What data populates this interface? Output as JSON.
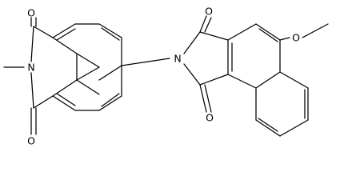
{
  "molecule": {
    "atom_labels": {
      "o1": "O",
      "n1": "N",
      "o2": "O",
      "n2": "N",
      "o3": "O",
      "o4": "O",
      "o5": "O"
    },
    "colors": {
      "bond": "#000000",
      "label": "#000000",
      "background": "#ffffff"
    }
  }
}
